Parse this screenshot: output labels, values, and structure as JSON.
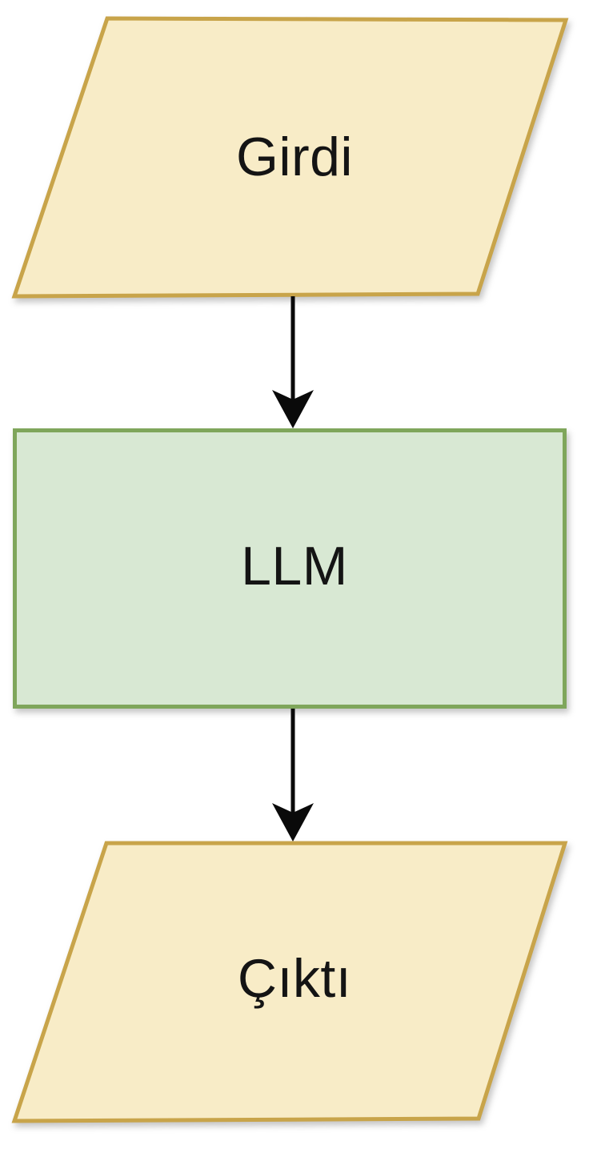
{
  "diagram": {
    "type": "flowchart",
    "direction": "top-down",
    "nodes": [
      {
        "id": "input",
        "label": "Girdi",
        "shape": "parallelogram",
        "role": "input-output"
      },
      {
        "id": "process",
        "label": "LLM",
        "shape": "rectangle",
        "role": "process"
      },
      {
        "id": "output",
        "label": "Çıktı",
        "shape": "parallelogram",
        "role": "input-output"
      }
    ],
    "edges": [
      {
        "from": "input",
        "to": "process",
        "style": "arrow-down"
      },
      {
        "from": "process",
        "to": "output",
        "style": "arrow-down"
      }
    ],
    "colors": {
      "io_fill": "#F8ECC7",
      "io_border": "#C8A44A",
      "process_fill": "#D8E8D3",
      "process_border": "#7FA65B",
      "arrow": "#0A0A0A",
      "text": "#141414",
      "background": "#FFFFFF"
    }
  }
}
